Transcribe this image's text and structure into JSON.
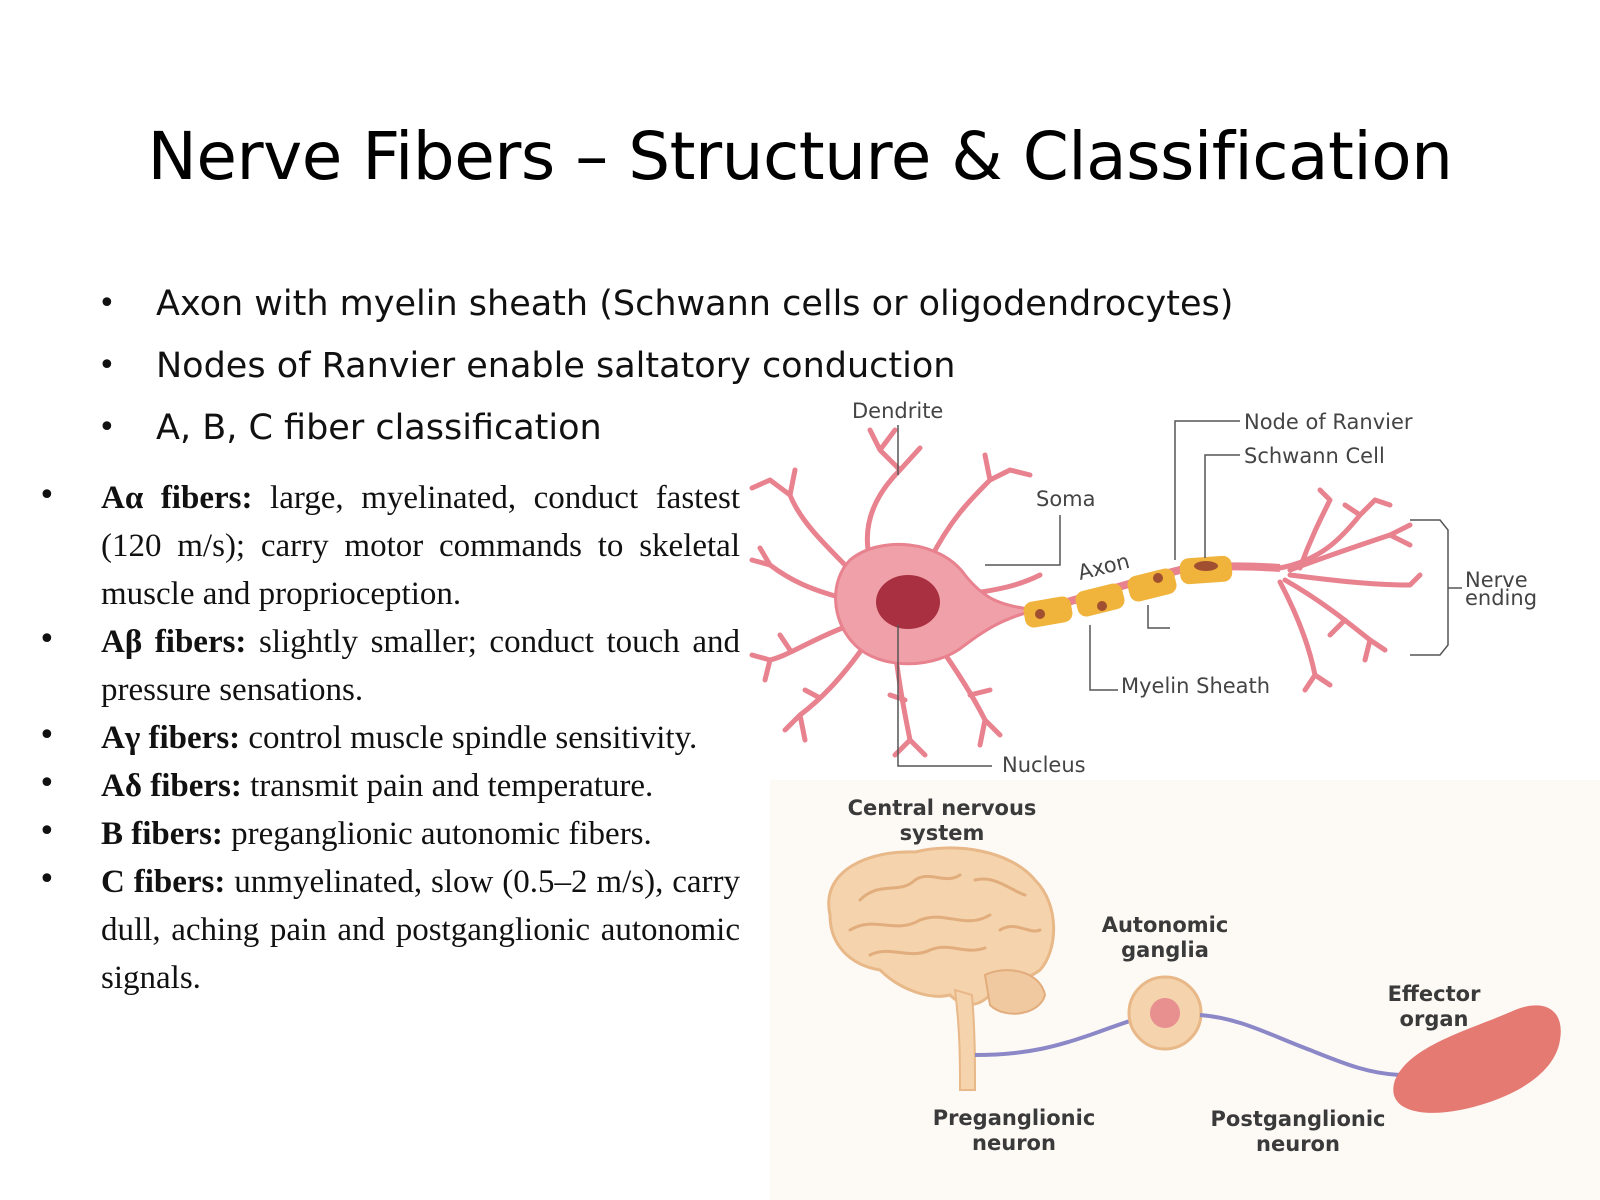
{
  "slide": {
    "title": "Nerve Fibers – Structure & Classification",
    "bullets": [
      "Axon with myelin sheath (Schwann cells or oligodendrocytes)",
      "Nodes of Ranvier enable saltatory conduction",
      "A, B, C fiber classification"
    ],
    "fibers": [
      {
        "term": "Aα fibers:",
        "text": " large, myelinated, conduct fastest (120 m/s); carry motor commands to skeletal muscle and proprioception."
      },
      {
        "term": "Aβ fibers:",
        "text": " slightly smaller; conduct touch and pressure sensations."
      },
      {
        "term": "Aγ fibers:",
        "text": " control muscle spindle sensitivity."
      },
      {
        "term": "Aδ fibers:",
        "text": " transmit pain and temperature."
      },
      {
        "term": "B fibers:",
        "text": " preganglionic autonomic fibers."
      },
      {
        "term": "C fibers:",
        "text": " unmyelinated, slow (0.5–2 m/s), carry dull, aching pain and postganglionic autonomic signals."
      }
    ]
  },
  "neuron_diagram": {
    "dendrite": "Dendrite",
    "node_of_ranvier": "Node of Ranvier",
    "schwann_cell": "Schwann Cell",
    "soma": "Soma",
    "axon": "Axon",
    "nerve": "Nerve",
    "ending": "ending",
    "myelin_sheath": "Myelin Sheath",
    "nucleus": "Nucleus"
  },
  "autonomic_diagram": {
    "cns_line1": "Central nervous",
    "cns_line2": "system",
    "ganglia_line1": "Autonomic",
    "ganglia_line2": "ganglia",
    "effector_line1": "Effector",
    "effector_line2": "organ",
    "pre_line1": "Preganglionic",
    "pre_line2": "neuron",
    "post_line1": "Postganglionic",
    "post_line2": "neuron"
  },
  "colors": {
    "neuron": "#e8828f",
    "nucleus": "#a83040",
    "myelin": "#f0b43c",
    "brain": "#f4d3ad",
    "effector": "#e57a73",
    "nerve_line": "#8c88c8"
  }
}
